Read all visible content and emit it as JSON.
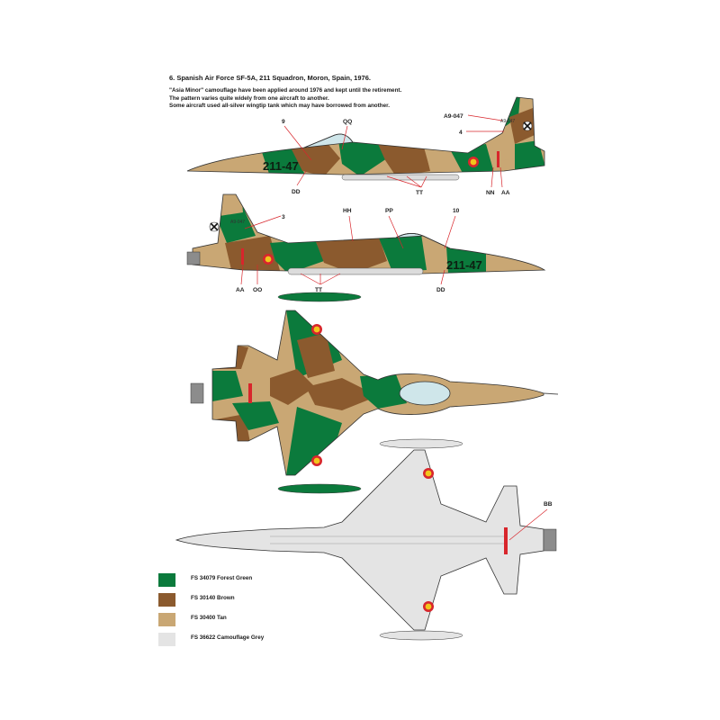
{
  "title": "6. Spanish Air Force SF-5A, 211 Squadron, Moron, Spain, 1976.",
  "notes": [
    "\"Asia Minor\" camouflage have been applied around 1976 and kept until the retirement.",
    "The pattern varies quite widely from one aircraft to another.",
    "Some aircraft used all-silver wingtip tank which may have borrowed from another."
  ],
  "markings": {
    "fuselage_code": "211-47",
    "fin_code": "A9-047"
  },
  "callouts_right_profile": {
    "c9": "9",
    "qq": "QQ",
    "a9": "A9-047",
    "c4": "4",
    "dd": "DD",
    "tt": "TT",
    "nn": "NN",
    "aa": "AA"
  },
  "callouts_left_profile": {
    "c3": "3",
    "hh": "HH",
    "pp": "PP",
    "c10": "10",
    "aa": "AA",
    "oo": "OO",
    "tt": "TT",
    "dd": "DD"
  },
  "callouts_bottom": {
    "bb": "BB"
  },
  "colors": {
    "forest_green": "#0b7a3c",
    "brown": "#8b5a2e",
    "tan": "#c9a774",
    "grey": "#e4e4e4",
    "roundel_red": "#d8262c",
    "roundel_yellow": "#f2c51b"
  },
  "legend": [
    {
      "label": "FS 34079 Forest Green",
      "color": "#0b7a3c"
    },
    {
      "label": "FS 30140 Brown",
      "color": "#8b5a2e"
    },
    {
      "label": "FS 30400 Tan",
      "color": "#c9a774"
    },
    {
      "label": "FS 36622 Camouflage Grey",
      "color": "#e4e4e4"
    }
  ]
}
